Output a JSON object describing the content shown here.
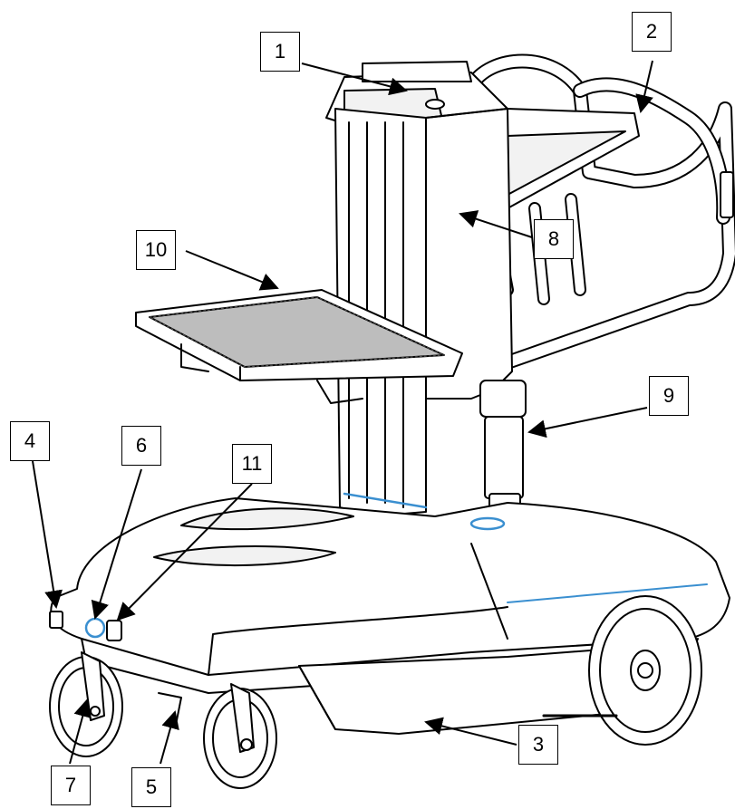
{
  "callouts": [
    {
      "id": "c1",
      "label": "1"
    },
    {
      "id": "c2",
      "label": "2"
    },
    {
      "id": "c3",
      "label": "3"
    },
    {
      "id": "c4",
      "label": "4"
    },
    {
      "id": "c5",
      "label": "5"
    },
    {
      "id": "c6",
      "label": "6"
    },
    {
      "id": "c7",
      "label": "7"
    },
    {
      "id": "c8",
      "label": "8"
    },
    {
      "id": "c9",
      "label": "9"
    },
    {
      "id": "c10",
      "label": "10"
    },
    {
      "id": "c11",
      "label": "11"
    }
  ],
  "colors": {
    "line": "#000000",
    "accent": "#3a8fd0",
    "fill": "#ffffff",
    "shade": "#f2f2f2"
  }
}
